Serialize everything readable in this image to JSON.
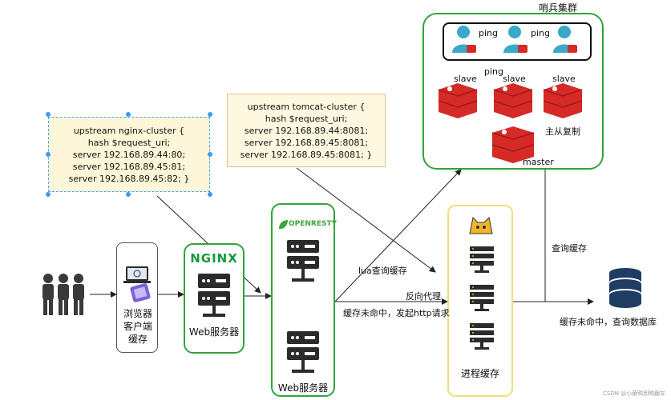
{
  "nginx_note": {
    "lines": [
      "upstream nginx-cluster {",
      "hash $request_uri;",
      "server 192.168.89.44:80;",
      "server 192.168.89.45:81;",
      "server 192.168.89.45:82; }"
    ]
  },
  "tomcat_note": {
    "lines": [
      "upstream tomcat-cluster {",
      "hash $request_uri;",
      "server  192.168.89.44:8081;",
      "server 192.168.89.45:8081;",
      "server 192.168.89.45:8081; }"
    ]
  },
  "browser": {
    "lines": [
      "浏览器",
      "客户端",
      "缓存"
    ]
  },
  "nginx": {
    "logo": "NGINX",
    "label": "Web服务器"
  },
  "openresty": {
    "logo": "OPENRESTY",
    "label": "Web服务器"
  },
  "tomcat": {
    "label": "进程缓存"
  },
  "sentinel": {
    "title": "哨兵集群",
    "ping_labels": [
      "ping",
      "ping",
      "ping"
    ]
  },
  "redis": {
    "slaves": [
      "slave",
      "slave",
      "slave"
    ],
    "master": "master",
    "replication": "主从复制"
  },
  "edges": {
    "lua_cache": "lua查询缓存",
    "reverse_proxy": "反向代理",
    "cache_miss_http": "缓存未命中，发起http请求",
    "query_cache": "查询缓存",
    "cache_miss_db": "缓存未命中，查询数据库"
  },
  "watermark": "CSDN @小黄鸭到鸭翻车",
  "colors": {
    "green_border": "#2fa43a",
    "redis_red": "#d62a27",
    "note_fill": "#fff8e1",
    "server_dark": "#2b2b2b",
    "db_blue": "#1f3d63"
  }
}
